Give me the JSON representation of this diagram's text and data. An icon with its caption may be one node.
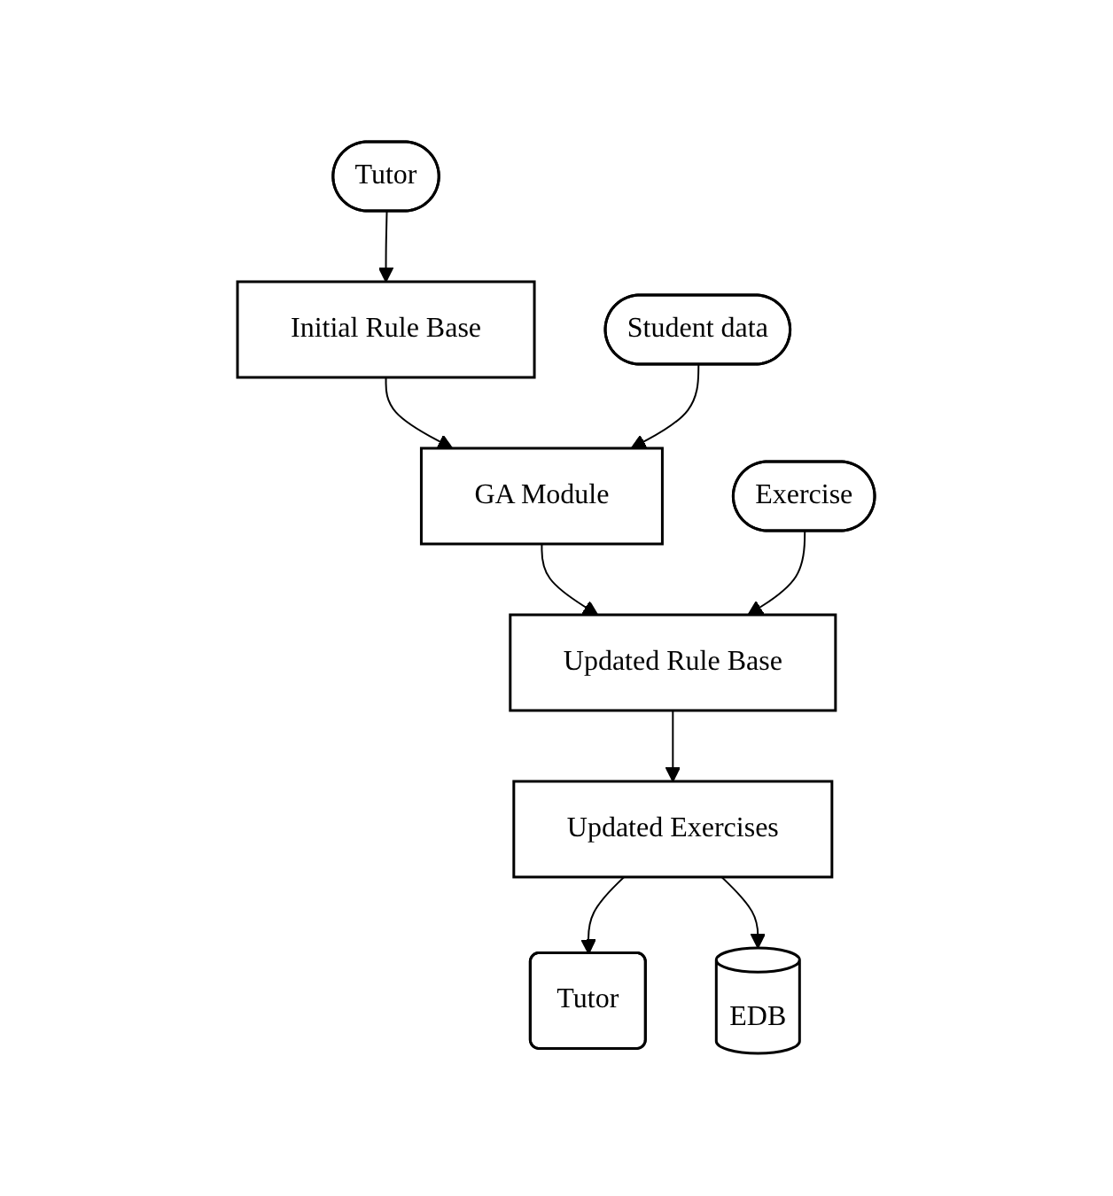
{
  "diagram": {
    "nodes": [
      {
        "text": [
          "Tutor"
        ]
      },
      {
        "text": [
          "Initial Rule Base"
        ]
      },
      {
        "text": [
          "Student data"
        ]
      },
      {
        "text": [
          "GA Module"
        ]
      },
      {
        "text": [
          "Exercise"
        ]
      },
      {
        "text": [
          "Updated Rule Base"
        ]
      },
      {
        "text": [
          "Tutor"
        ]
      },
      {
        "text": [
          "Updated Exercises"
        ]
      },
      {
        "text": [
          "EDB"
        ]
      }
    ],
    "edges": [
      {
        "from": 0,
        "to": 1,
        "arrow": "to"
      },
      {
        "from": 1,
        "to": 3,
        "arrow": "to"
      },
      {
        "from": 2,
        "to": 3,
        "arrow": "to"
      },
      {
        "from": 3,
        "to": 5,
        "arrow": "to"
      },
      {
        "from": 4,
        "to": 5,
        "arrow": "to"
      },
      {
        "from": 5,
        "to": 7,
        "arrow": "to"
      },
      {
        "from": 7,
        "to": 6,
        "arrow": "to"
      },
      {
        "from": 7,
        "to": 8,
        "arrow": "to"
      }
    ]
  }
}
